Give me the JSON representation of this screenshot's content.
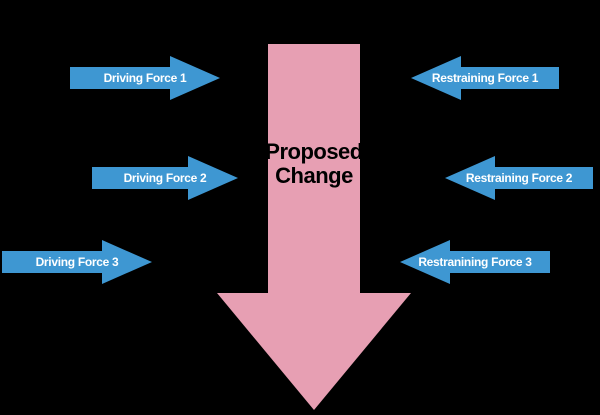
{
  "colors": {
    "background": "#000000",
    "force_arrow": "#3E97D2",
    "force_label_text": "#FFFFFF",
    "change_arrow": "#E79FB3",
    "change_label_text": "#000000"
  },
  "diagram": {
    "type": "force-field-analysis",
    "proposed_change": {
      "line1": "Proposed",
      "line2": "Change"
    },
    "driving_forces": [
      {
        "label": "Driving Force 1"
      },
      {
        "label": "Driving Force 2"
      },
      {
        "label": "Driving Force 3"
      }
    ],
    "restraining_forces": [
      {
        "label": "Restraining Force 1"
      },
      {
        "label": "Restraining Force 2"
      },
      {
        "label": "Restranining Force 3"
      }
    ]
  }
}
